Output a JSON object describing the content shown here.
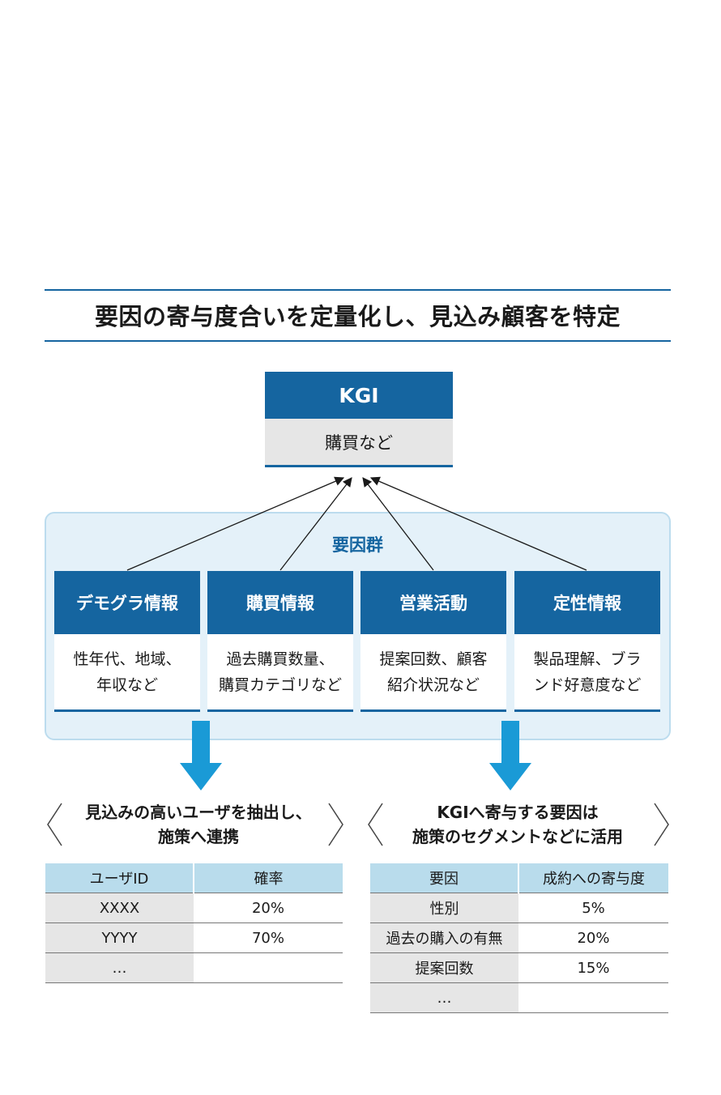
{
  "title": "要因の寄与度合いを定量化し、見込み顧客を特定",
  "kgi": {
    "label": "KGI",
    "example": "購買など"
  },
  "factor_group": {
    "label": "要因群",
    "factors": [
      {
        "title": "デモグラ情報",
        "lines": [
          "性年代、地域、",
          "年収など"
        ]
      },
      {
        "title": "購買情報",
        "lines": [
          "過去購買数量、",
          "購買カテゴリなど"
        ]
      },
      {
        "title": "営業活動",
        "lines": [
          "提案回数、顧客",
          "紹介状況など"
        ]
      },
      {
        "title": "定性情報",
        "lines": [
          "製品理解、ブラ",
          "ンド好意度など"
        ]
      }
    ]
  },
  "left_output": {
    "caption": [
      "見込みの高いユーザを抽出し、",
      "施策へ連携"
    ],
    "headers": [
      "ユーザID",
      "確率"
    ],
    "rows": [
      [
        "XXXX",
        "20%"
      ],
      [
        "YYYY",
        "70%"
      ],
      [
        "…",
        ""
      ]
    ]
  },
  "right_output": {
    "caption": [
      "KGIへ寄与する要因は",
      "施策のセグメントなどに活用"
    ],
    "headers": [
      "要因",
      "成約への寄与度"
    ],
    "rows": [
      [
        "性別",
        "5%"
      ],
      [
        "過去の購入の有無",
        "20%"
      ],
      [
        "提案回数",
        "15%"
      ],
      [
        "…",
        ""
      ]
    ]
  },
  "colors": {
    "primary": "#1565a0",
    "panel": "#e4f1f9",
    "arrow": "#1a9ad6",
    "table_header": "#b9dcec",
    "cell_gray": "#e6e6e6"
  }
}
